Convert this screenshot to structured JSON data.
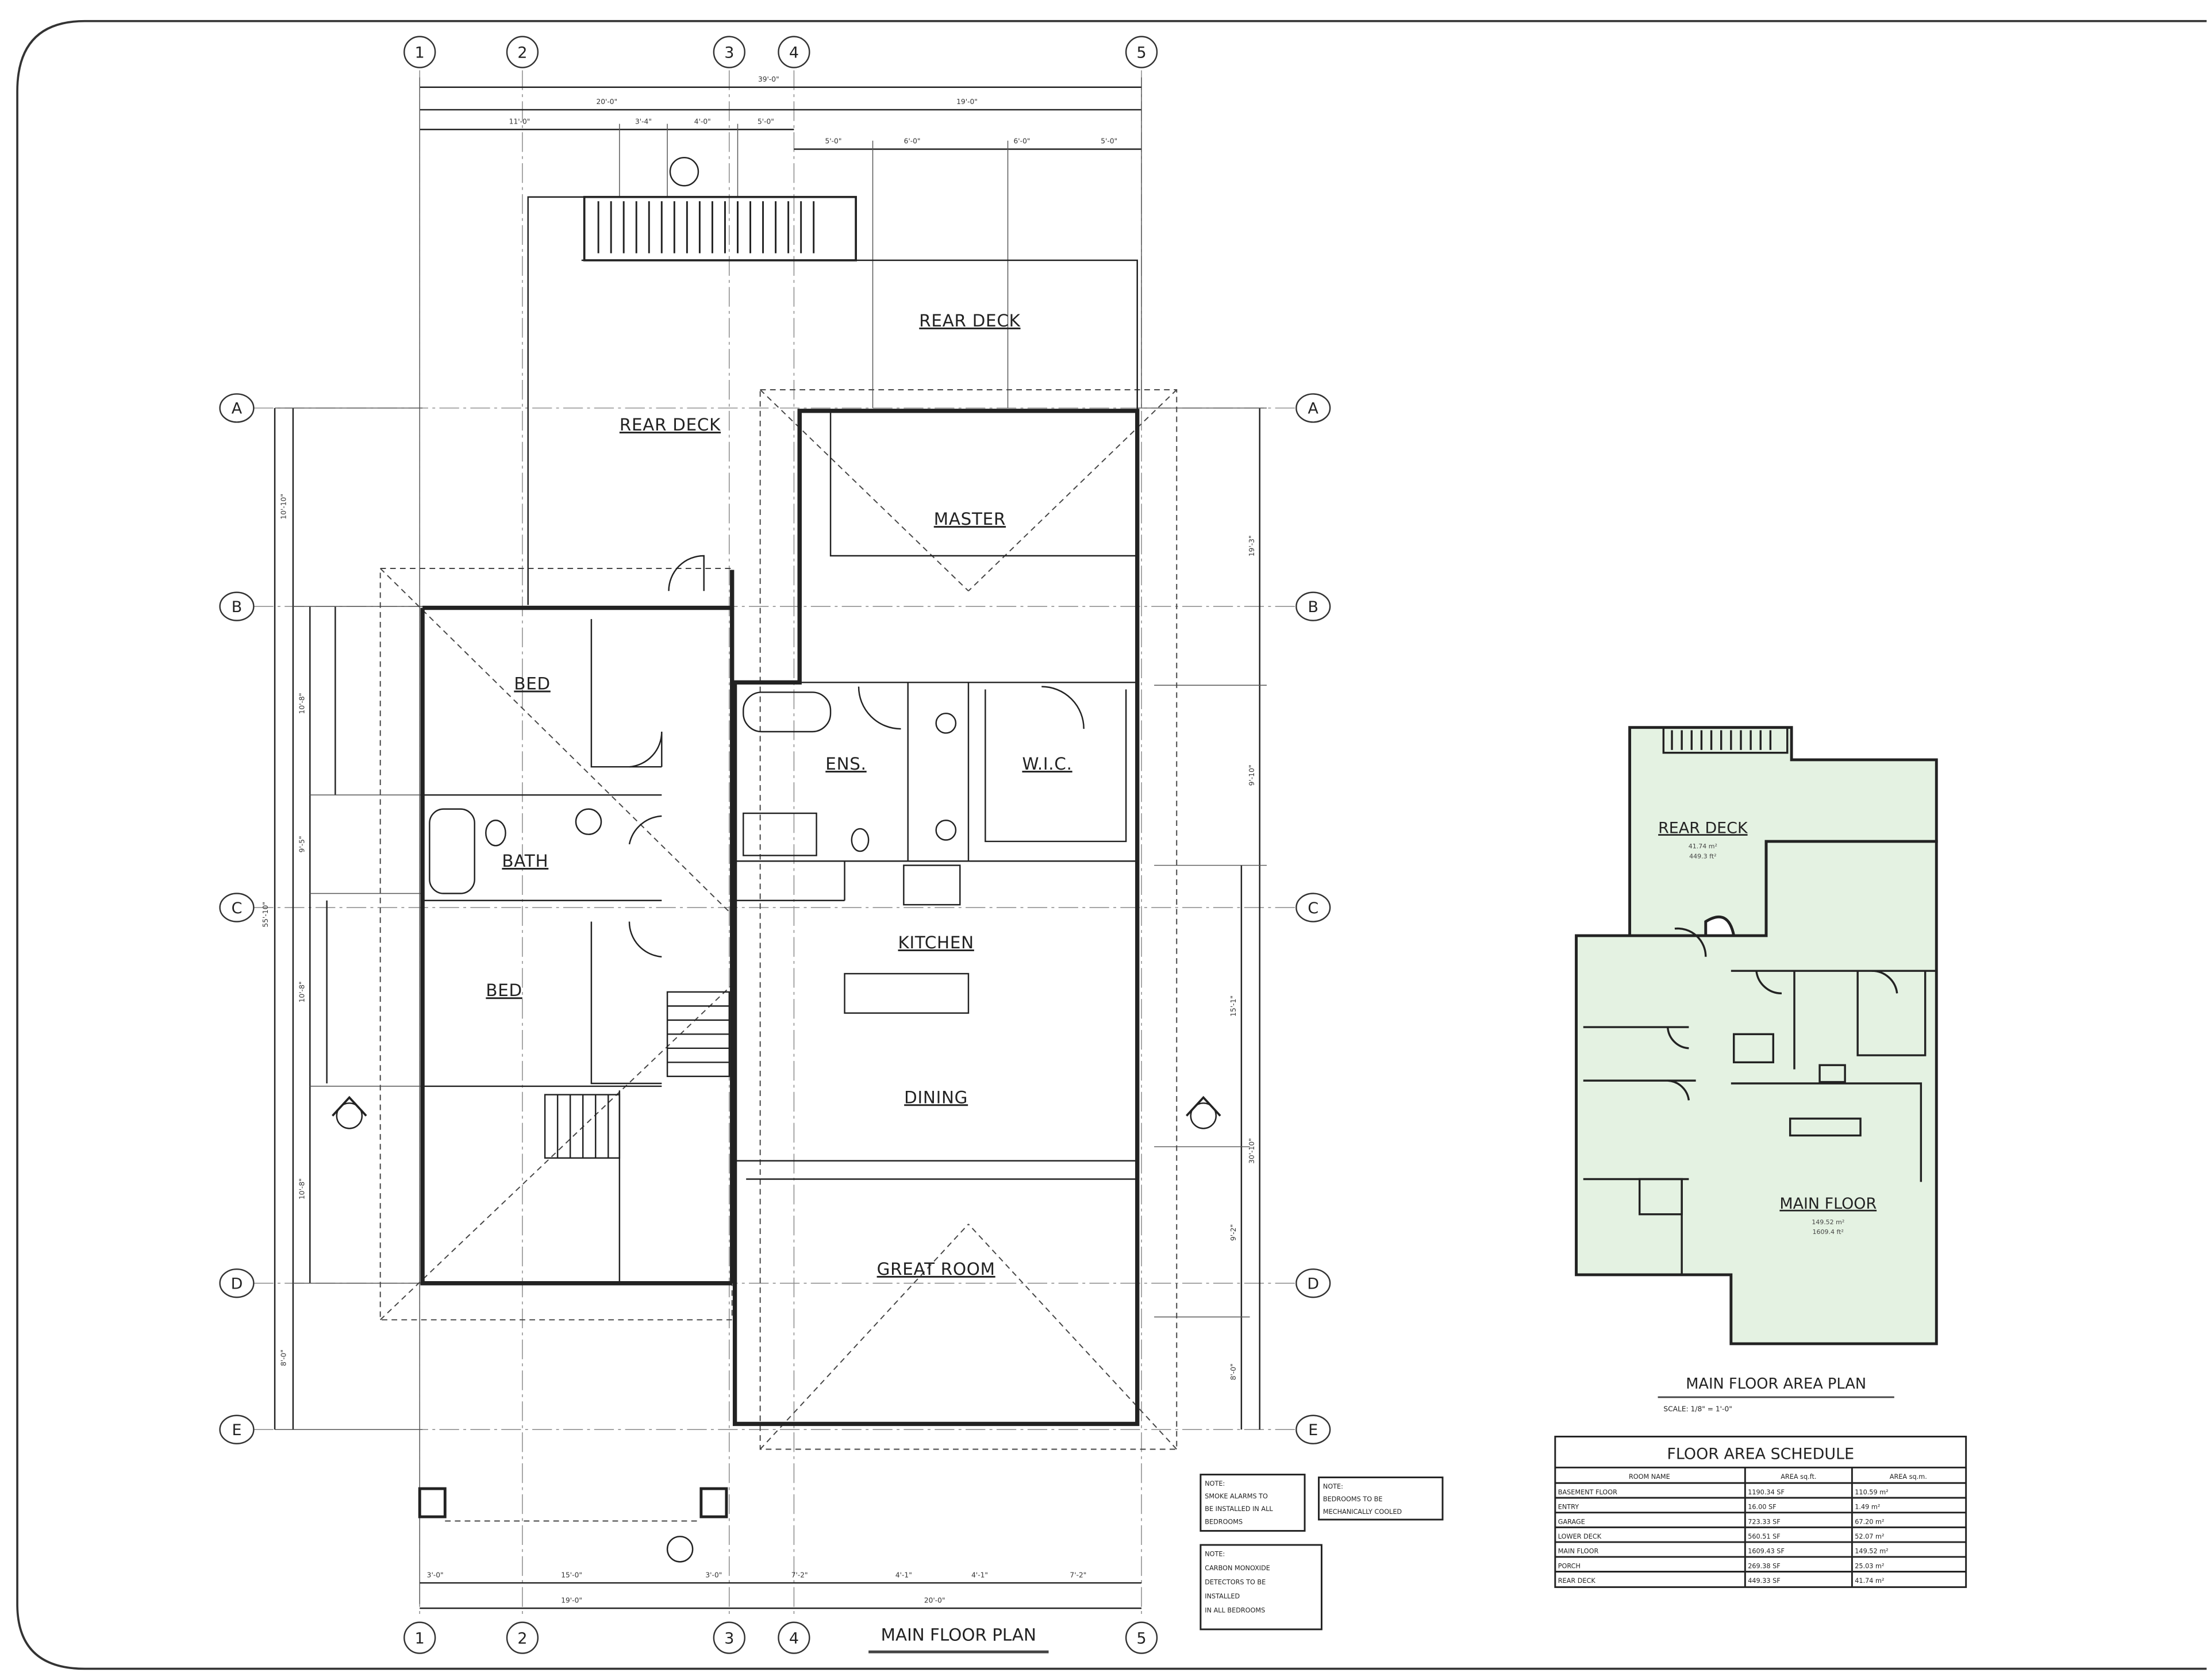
{
  "sheet": {
    "plan_title": "MAIN FLOOR PLAN",
    "grid_columns": [
      "1",
      "2",
      "3",
      "4",
      "5"
    ],
    "grid_rows": [
      "A",
      "B",
      "C",
      "D",
      "E"
    ]
  },
  "rooms": {
    "rear_deck_upper": "REAR DECK",
    "rear_deck_lower": "REAR DECK",
    "master": "MASTER",
    "bed_1": "BED",
    "ensuite": "ENS.",
    "wic": "W.I.C.",
    "bath": "BATH",
    "kitchen": "KITCHEN",
    "bed_2": "BED",
    "dining": "DINING",
    "great_room": "GREAT ROOM"
  },
  "dimensions": {
    "top": [
      "39'-0\"",
      "20'-0\"",
      "19'-0\"",
      "11'-0\"",
      "3'-4\"",
      "4'-0\"",
      "5'-0\"",
      "5'-0\"",
      "6'-0\"",
      "6'-0\"",
      "5'-0\""
    ],
    "bottom": [
      "3'-0\"",
      "15'-0\"",
      "3'-0\"",
      "7'-2\"",
      "4'-1\"",
      "4'-1\"",
      "7'-2\"",
      "19'-0\"",
      "20'-0\""
    ],
    "left": [
      "10'-10\"",
      "10'-8\"",
      "9'-5\"",
      "10'-8\"",
      "10'-8\"",
      "8'-0\"",
      "55'-10\""
    ],
    "right": [
      "19'-3\"",
      "9'-10\"",
      "15'-1\"",
      "30'-10\"",
      "9'-2\"",
      "8'-0\""
    ]
  },
  "notes": [
    {
      "heading": "NOTE:",
      "lines": [
        "SMOKE ALARMS TO",
        "BE INSTALLED IN ALL",
        "BEDROOMS"
      ]
    },
    {
      "heading": "NOTE:",
      "lines": [
        "BEDROOMS TO BE",
        "MECHANICALLY COOLED"
      ]
    },
    {
      "heading": "NOTE:",
      "lines": [
        "CARBON MONOXIDE",
        "DETECTORS TO BE",
        "INSTALLED",
        "IN ALL BEDROOMS"
      ]
    }
  ],
  "area_plan": {
    "title": "MAIN FLOOR AREA PLAN",
    "scale": "SCALE:    1/8\" = 1'-0\"",
    "fill_color": "#e4f2e2",
    "rear_deck": {
      "label": "REAR DECK",
      "area_m2": "41.74 m²",
      "area_ft2": "449.3 ft²"
    },
    "main_floor": {
      "label": "MAIN FLOOR",
      "area_m2": "149.52 m²",
      "area_ft2": "1609.4 ft²"
    }
  },
  "schedule": {
    "title": "FLOOR AREA SCHEDULE",
    "headers": [
      "ROOM NAME",
      "AREA sq.ft.",
      "AREA sq.m."
    ],
    "rows": [
      [
        "BASEMENT FLOOR",
        "1190.34 SF",
        "110.59 m²"
      ],
      [
        "ENTRY",
        "16.00 SF",
        "1.49 m²"
      ],
      [
        "GARAGE",
        "723.33 SF",
        "67.20 m²"
      ],
      [
        "LOWER DECK",
        "560.51 SF",
        "52.07 m²"
      ],
      [
        "MAIN FLOOR",
        "1609.43 SF",
        "149.52 m²"
      ],
      [
        "PORCH",
        "269.38 SF",
        "25.03 m²"
      ],
      [
        "REAR DECK",
        "449.33 SF",
        "41.74 m²"
      ]
    ]
  }
}
